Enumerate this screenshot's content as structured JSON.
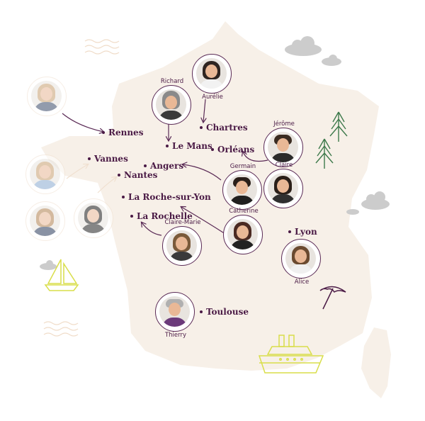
{
  "colors": {
    "land": "#f7f0e8",
    "accent": "#4a1a45",
    "deco_yellow": "#d9de4a",
    "tree_green": "#3e7a4c",
    "cloud": "#c9c9c9"
  },
  "cities": [
    {
      "id": "rennes",
      "label": "Rennes"
    },
    {
      "id": "vannes",
      "label": "Vannes"
    },
    {
      "id": "nantes",
      "label": "Nantes"
    },
    {
      "id": "angers",
      "label": "Angers"
    },
    {
      "id": "le-mans",
      "label": "Le Mans"
    },
    {
      "id": "chartres",
      "label": "Chartres"
    },
    {
      "id": "orleans",
      "label": "Orléans"
    },
    {
      "id": "la-roche-sur-yon",
      "label": "La Roche-sur-Yon"
    },
    {
      "id": "la-rochelle",
      "label": "La Rochelle"
    },
    {
      "id": "lyon",
      "label": "Lyon"
    },
    {
      "id": "toulouse",
      "label": "Toulouse"
    }
  ],
  "people": [
    {
      "name": "Richard",
      "city": "Le Mans"
    },
    {
      "name": "Aurélie",
      "city": "Chartres"
    },
    {
      "name": "Jérôme",
      "city": "Orléans"
    },
    {
      "name": "Germain",
      "city": "Angers"
    },
    {
      "name": "Claire",
      "city": ""
    },
    {
      "name": "Catherine",
      "city": "La Roche-sur-Yon"
    },
    {
      "name": "Claire-Marie",
      "city": "La Rochelle"
    },
    {
      "name": "Alice",
      "city": "Lyon"
    },
    {
      "name": "Thierry",
      "city": "Toulouse"
    }
  ],
  "icons": [
    "cloud-icon",
    "tree-icon",
    "sailboat-icon",
    "ship-icon",
    "umbrella-icon",
    "waves-icon"
  ]
}
